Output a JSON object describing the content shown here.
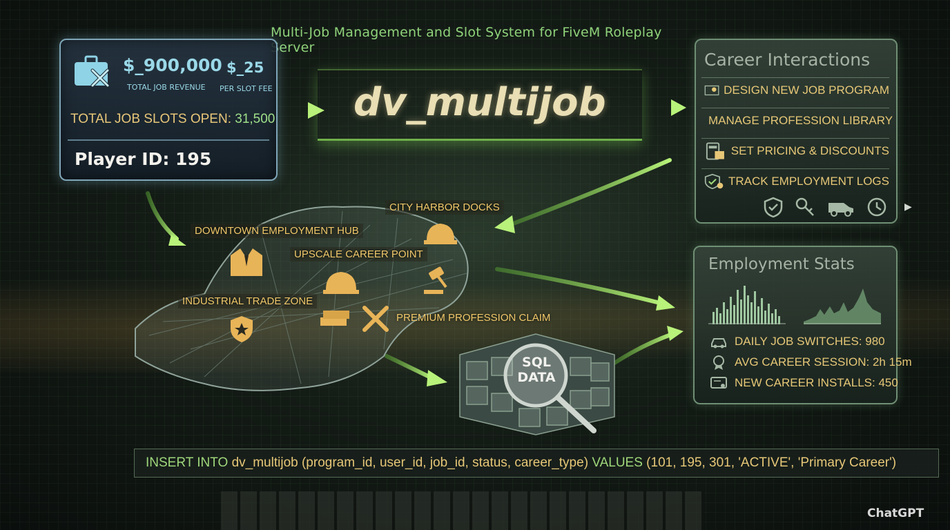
{
  "subtitle": "Multi-Job Management and Slot System for FiveM Roleplay Server",
  "revenue_panel": {
    "revenue_amount": "$_900,000",
    "revenue_label": "TOTAL JOB REVENUE",
    "fee_amount": "$_25",
    "fee_label": "PER SLOT FEE",
    "slots_label": "TOTAL JOB SLOTS OPEN:",
    "slots_value": "31,500",
    "player_id": "Player ID: 195",
    "icon": "briefcase-wrench-icon"
  },
  "logo": {
    "text": "dv_multijob"
  },
  "career_panel": {
    "title": "Career Interactions",
    "items": [
      {
        "label": "DESIGN NEW JOB PROGRAM",
        "icon": "map-pin-icon"
      },
      {
        "label": "MANAGE PROFESSION LIBRARY",
        "icon": "database-icon"
      },
      {
        "label": "SET PRICING & DISCOUNTS",
        "icon": "calculator-icon"
      },
      {
        "label": "TRACK EMPLOYMENT LOGS",
        "icon": "shield-gear-icon"
      }
    ],
    "footer_icons": [
      "shield-check-icon",
      "key-icon",
      "van-icon",
      "clock-icon"
    ]
  },
  "stats_panel": {
    "title": "Employment Stats",
    "rows": [
      {
        "label": "DAILY JOB SWITCHES:",
        "value": "980",
        "icon": "car-icon"
      },
      {
        "label": "AVG CAREER SESSION:",
        "value": "2h 15m",
        "icon": "medal-icon"
      },
      {
        "label": "NEW CAREER INSTALLS:",
        "value": "450",
        "icon": "certificate-icon"
      }
    ]
  },
  "map": {
    "locations": [
      {
        "label": "CITY HARBOR DOCKS"
      },
      {
        "label": "DOWNTOWN EMPLOYMENT HUB"
      },
      {
        "label": "UPSCALE CAREER POINT"
      },
      {
        "label": "INDUSTRIAL TRADE ZONE"
      },
      {
        "label": "PREMIUM PROFESSION CLAIM"
      }
    ]
  },
  "db": {
    "line1": "SQL",
    "line2": "DATA"
  },
  "sql": {
    "kw1": "INSERT INTO",
    "table": "dv_multijob (program_id, user_id, job_id, status, career_type)",
    "kw2": "VALUES",
    "values": "(101, 195, 301, 'ACTIVE', 'Primary Career')"
  },
  "watermark": "ChatGPT",
  "colors": {
    "accent_green": "#9fd77a",
    "accent_gold": "#e6c777",
    "panel_blue": "#7fa6b8",
    "logo": "#e9deb4"
  }
}
